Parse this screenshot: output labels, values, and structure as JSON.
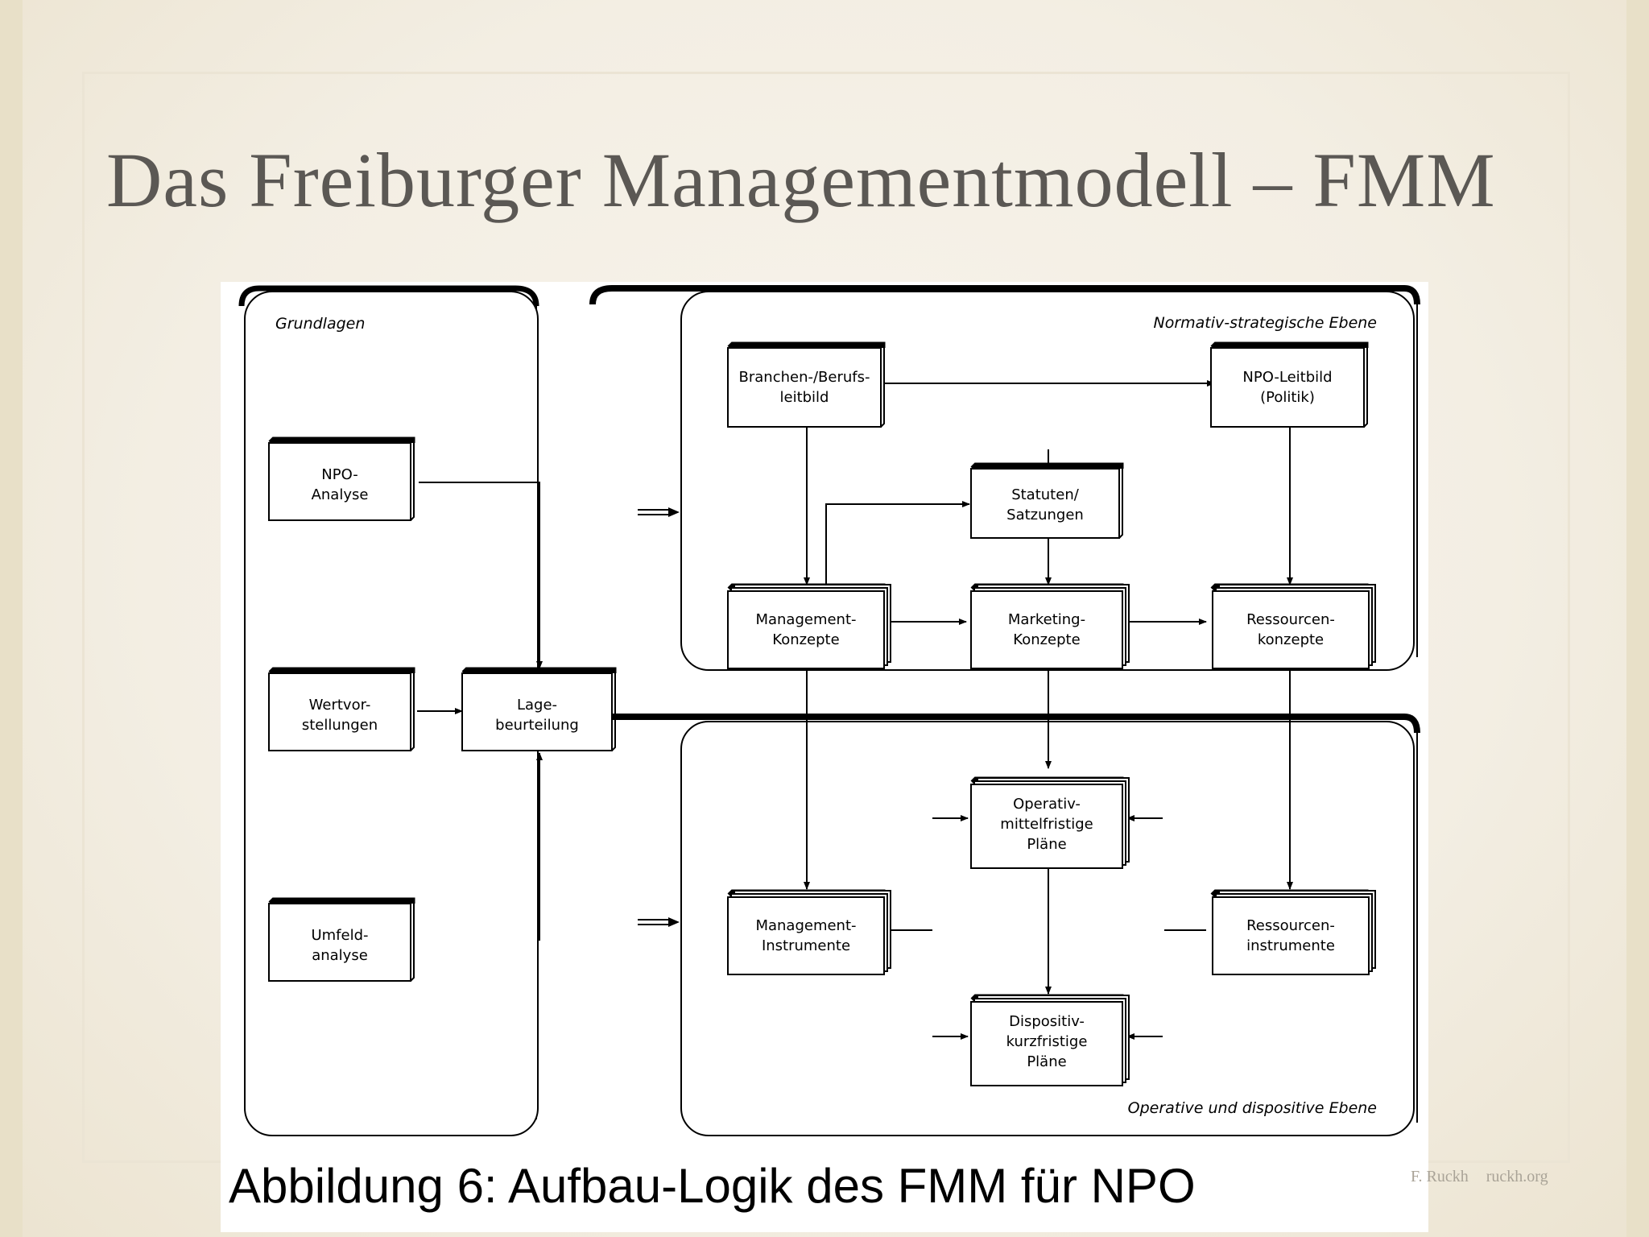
{
  "slide": {
    "title": "Das Freiburger Managementmodell – FMM",
    "caption": "Abbildung 6: Aufbau-Logik des FMM für NPO",
    "footer_author": "F. Ruckh",
    "footer_site": "ruckh.org"
  },
  "diagram": {
    "panels": {
      "grundlagen": "Grundlagen",
      "normativ": "Normativ-strategische Ebene",
      "operativ": "Operative und dispositive Ebene"
    },
    "boxes": {
      "npo_analyse": [
        "NPO-",
        "Analyse"
      ],
      "wertvorstellungen": [
        "Wertvor-",
        "stellungen"
      ],
      "lagebeurteilung": [
        "Lage-",
        "beurteilung"
      ],
      "umfeldanalyse": [
        "Umfeld-",
        "analyse"
      ],
      "branchen_leitbild": [
        "Branchen-/Berufs-",
        "leitbild"
      ],
      "npo_leitbild": [
        "NPO-Leitbild",
        "(Politik)"
      ],
      "statuten": [
        "Statuten/",
        "Satzungen"
      ],
      "management_konzepte": [
        "Management-",
        "Konzepte"
      ],
      "marketing_konzepte": [
        "Marketing-",
        "Konzepte"
      ],
      "ressourcen_konzepte": [
        "Ressourcen-",
        "konzepte"
      ],
      "operativ_plaene": [
        "Operativ-",
        "mittelfristige",
        "Pläne"
      ],
      "management_instrumente": [
        "Management-",
        "Instrumente"
      ],
      "ressourcen_instrumente": [
        "Ressourcen-",
        "instrumente"
      ],
      "dispositiv_plaene": [
        "Dispositiv-",
        "kurzfristige",
        "Pläne"
      ]
    }
  }
}
